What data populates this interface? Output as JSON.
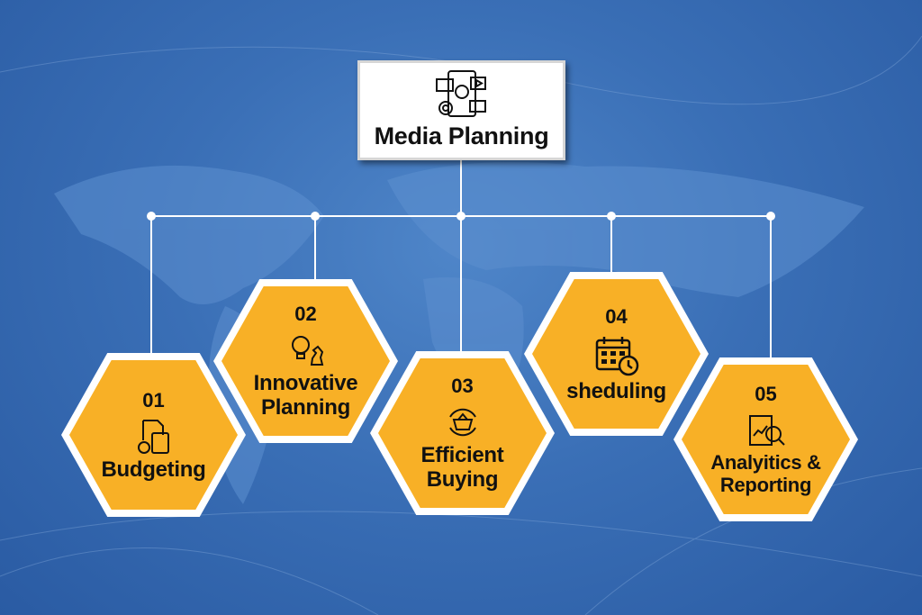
{
  "root": {
    "title": "Media Planning",
    "icon": "media-devices-icon"
  },
  "nodes": [
    {
      "number": "01",
      "label": "Budgeting",
      "icon": "budget-calculator-icon"
    },
    {
      "number": "02",
      "label": "Innovative Planning",
      "icon": "idea-strategy-icon"
    },
    {
      "number": "03",
      "label": "Efficient Buying",
      "icon": "shopping-basket-icon"
    },
    {
      "number": "04",
      "label": "sheduling",
      "icon": "calendar-clock-icon"
    },
    {
      "number": "05",
      "label": "Analyitics & Reporting",
      "icon": "report-analysis-icon"
    }
  ],
  "colors": {
    "hex_fill": "#f8b026",
    "background": "#3a6fb6",
    "connector": "#ffffff"
  }
}
